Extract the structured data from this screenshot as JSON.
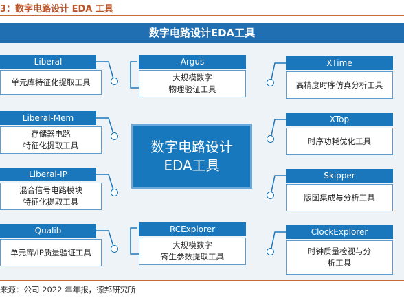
{
  "figure_title": "3：数字电路设计 EDA 工具",
  "banner_title": "数字电路设计EDA工具",
  "center": {
    "line1": "数字电路设计",
    "line2": "EDA工具"
  },
  "tools": {
    "liberal": {
      "name": "Liberal",
      "desc": [
        "单元库特征化提取工具"
      ]
    },
    "liberal_mem": {
      "name": "Liberal-Mem",
      "desc": [
        "存储器电路",
        "特征化提取工具"
      ]
    },
    "liberal_ip": {
      "name": "Liberal-IP",
      "desc": [
        "混合信号电路模块",
        "特征化提取工具"
      ]
    },
    "qualib": {
      "name": "Qualib",
      "desc": [
        "单元库/IP质量验证工具"
      ]
    },
    "argus": {
      "name": "Argus",
      "desc": [
        "大规模数字",
        "物理验证工具"
      ]
    },
    "rcexplorer": {
      "name": "RCExplorer",
      "desc": [
        "大规模数字",
        "寄生参数提取工具"
      ]
    },
    "xtime": {
      "name": "XTime",
      "desc": [
        "高精度时序仿真分析工具"
      ]
    },
    "xtop": {
      "name": "XTop",
      "desc": [
        "时序功耗优化工具"
      ]
    },
    "skipper": {
      "name": "Skipper",
      "desc": [
        "版图集成与分析工具"
      ]
    },
    "clockexplorer": {
      "name": "ClockExplorer",
      "desc": [
        "时钟质量检视与分",
        "析工具"
      ]
    }
  },
  "source": "来源：公司 2022 年年报，德邦研究所"
}
